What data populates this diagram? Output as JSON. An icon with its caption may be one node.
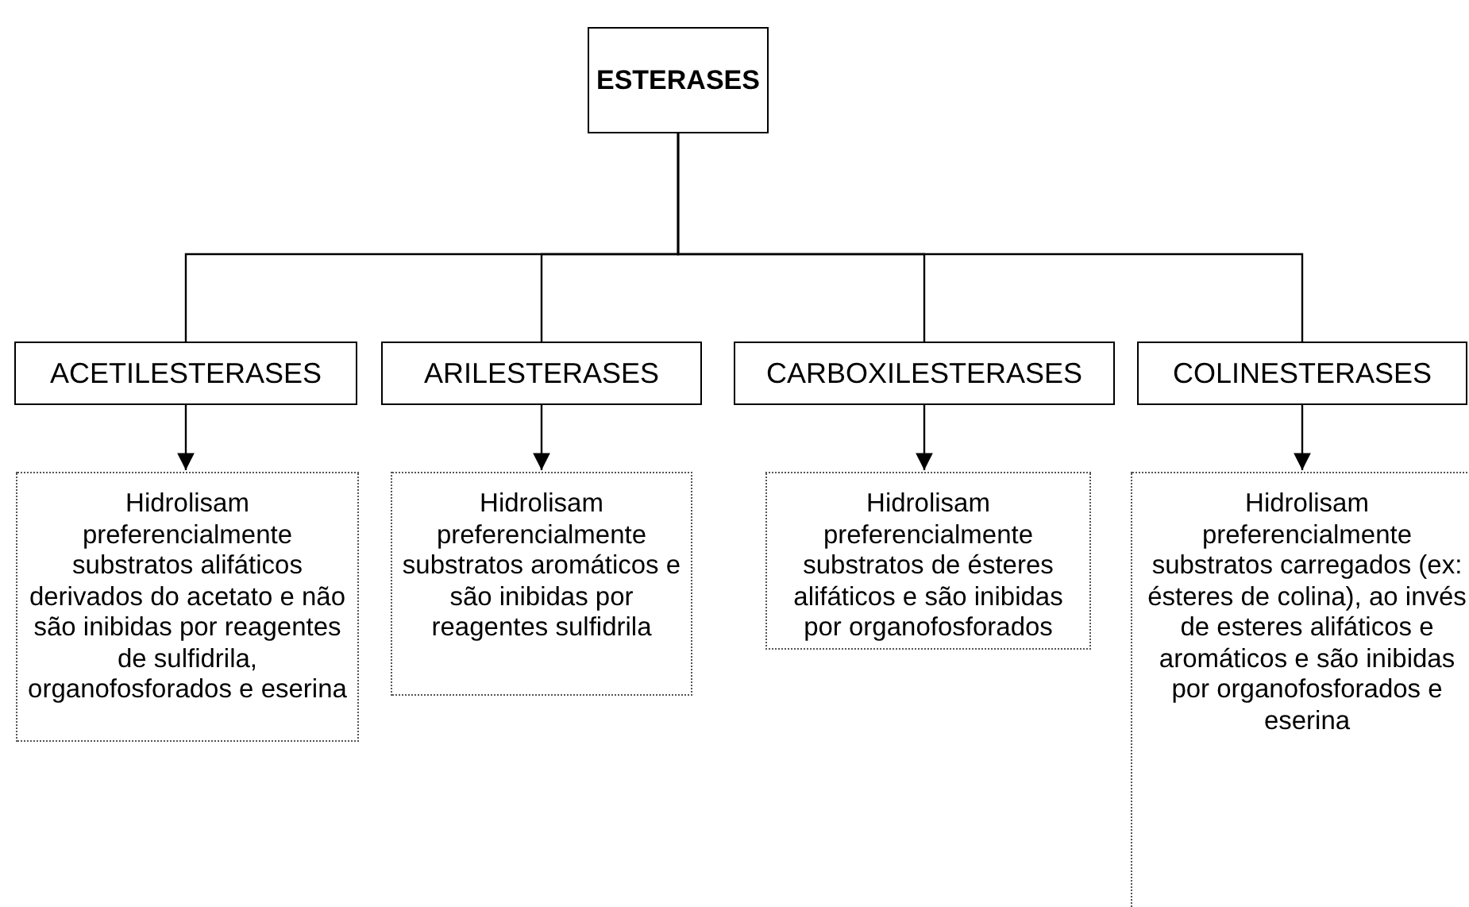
{
  "diagram": {
    "nodes": [
      {
        "text": [
          "ESTERASES"
        ]
      },
      {
        "text": [
          "ACETILESTERASES"
        ]
      },
      {
        "text": [
          "ARILESTERASES"
        ]
      },
      {
        "text": [
          "CARBOXILESTERASES"
        ]
      },
      {
        "text": [
          "COLINESTERASES"
        ]
      },
      {
        "text": [
          "Hidrolisam preferencialmente substratos alifáticos derivados do acetato e não são inibidas por reagentes de sulfidrila, organofosforados e eserina"
        ]
      },
      {
        "text": [
          "Hidrolisam preferencialmente substratos aromáticos e são inibidas por reagentes sulfidrila"
        ]
      },
      {
        "text": [
          "Hidrolisam preferencialmente substratos de ésteres alifáticos e são inibidas por organofosforados"
        ]
      },
      {
        "text": [
          "Hidrolisam preferencialmente substratos carregados (ex: ésteres de colina), ao invés de esteres alifáticos e aromáticos e são inibidas por organofosforados e eserina"
        ]
      }
    ],
    "edges": [
      {
        "from": 0,
        "to": 1,
        "arrow": "none"
      },
      {
        "from": 0,
        "to": 2,
        "arrow": "none"
      },
      {
        "from": 0,
        "to": 3,
        "arrow": "none"
      },
      {
        "from": 0,
        "to": 4,
        "arrow": "none"
      },
      {
        "from": 1,
        "to": 5,
        "arrow": "to"
      },
      {
        "from": 2,
        "to": 6,
        "arrow": "to"
      },
      {
        "from": 3,
        "to": 7,
        "arrow": "to"
      },
      {
        "from": 4,
        "to": 8,
        "arrow": "to"
      }
    ]
  }
}
